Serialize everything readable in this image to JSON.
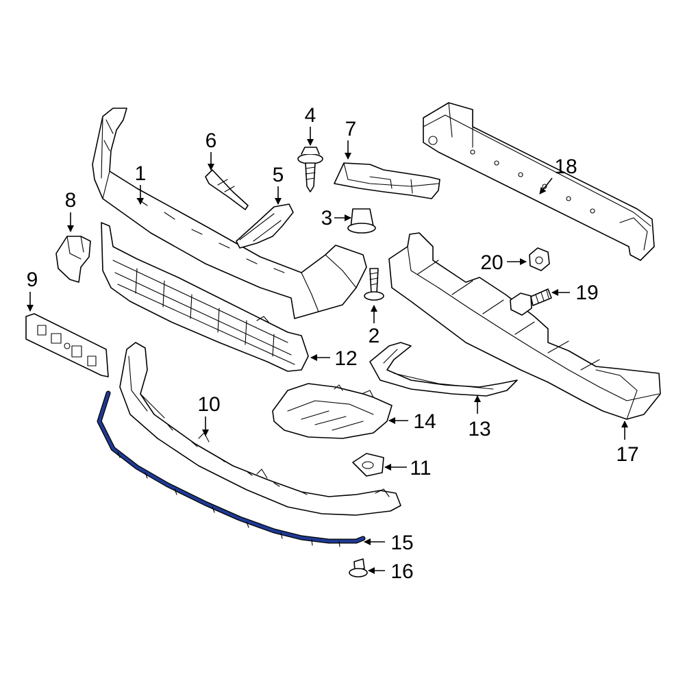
{
  "diagram": {
    "colors": {
      "line": "#000000",
      "highlight": "#1f3a93",
      "background": "#ffffff"
    },
    "callouts": [
      {
        "id": "c1",
        "label": "1"
      },
      {
        "id": "c2",
        "label": "2"
      },
      {
        "id": "c3",
        "label": "3"
      },
      {
        "id": "c4",
        "label": "4"
      },
      {
        "id": "c5",
        "label": "5"
      },
      {
        "id": "c6",
        "label": "6"
      },
      {
        "id": "c7",
        "label": "7"
      },
      {
        "id": "c8",
        "label": "8"
      },
      {
        "id": "c9",
        "label": "9"
      },
      {
        "id": "c10",
        "label": "10"
      },
      {
        "id": "c11",
        "label": "11"
      },
      {
        "id": "c12",
        "label": "12"
      },
      {
        "id": "c13",
        "label": "13"
      },
      {
        "id": "c14",
        "label": "14"
      },
      {
        "id": "c15",
        "label": "15",
        "highlighted": true
      },
      {
        "id": "c16",
        "label": "16"
      },
      {
        "id": "c17",
        "label": "17"
      },
      {
        "id": "c18",
        "label": "18"
      },
      {
        "id": "c19",
        "label": "19"
      },
      {
        "id": "c20",
        "label": "20"
      }
    ]
  }
}
